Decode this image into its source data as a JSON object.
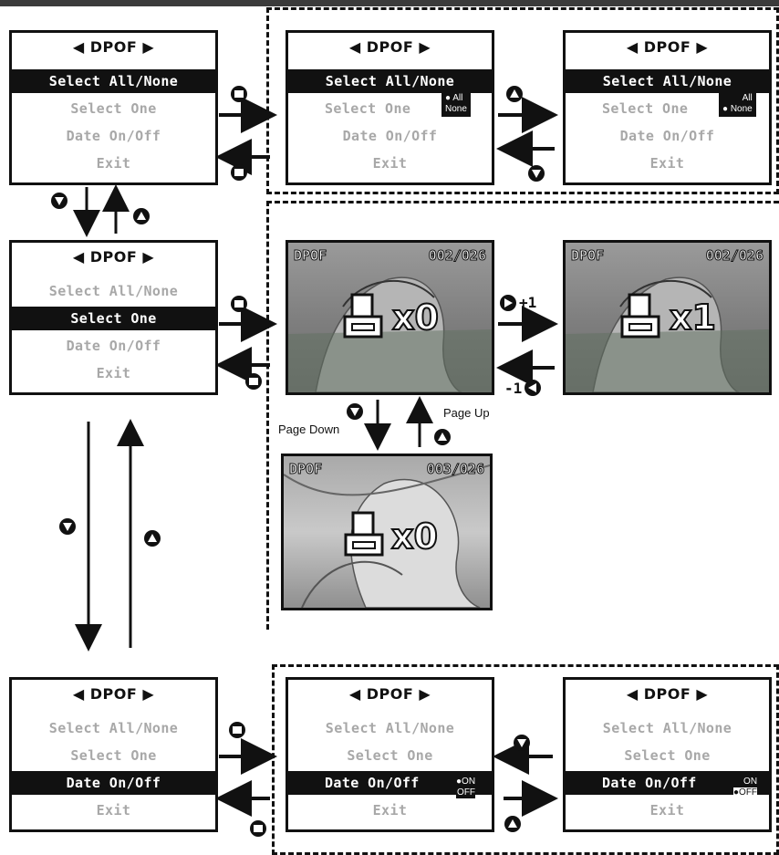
{
  "menu": {
    "title": "◀ DPOF ▶",
    "items": [
      "Select All/None",
      "Select One",
      "Date On/Off",
      "Exit"
    ]
  },
  "popups": {
    "select_all": [
      "● All",
      "None"
    ],
    "select_none": [
      "All",
      "● None"
    ],
    "date_on": [
      "●ON",
      "OFF"
    ],
    "date_off": [
      "ON",
      "●OFF"
    ]
  },
  "photos": [
    {
      "label": "DPOF",
      "counter": "002/026",
      "qty": "x0"
    },
    {
      "label": "DPOF",
      "counter": "002/026",
      "qty": "x1"
    },
    {
      "label": "DPOF",
      "counter": "003/026",
      "qty": "x0"
    }
  ],
  "labels": {
    "page_down": "Page Down",
    "page_up": "Page Up",
    "plus_one": "+1",
    "minus_one": "-1"
  },
  "colors": {
    "selected_bg": "#111111",
    "dim_text": "#a8a8a8",
    "photo_bg": "#8a8a8a"
  }
}
